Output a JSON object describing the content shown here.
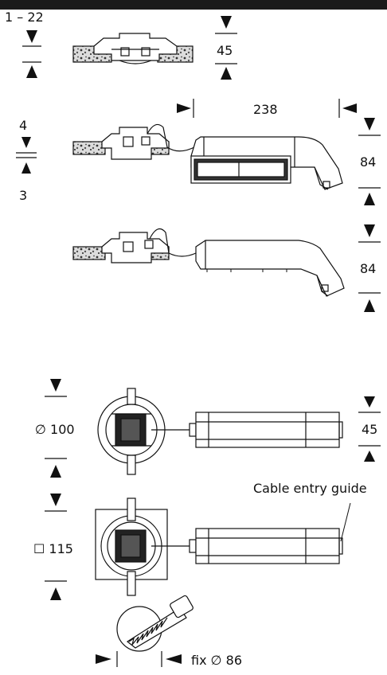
{
  "dimensions": {
    "ceiling_thickness": "1 – 22",
    "top_height": "45",
    "recess_top": "4",
    "recess_bottom": "3",
    "length": "238",
    "driver_height_1": "84",
    "driver_height_2": "84",
    "diameter": "∅ 100",
    "driver_height_3": "45",
    "square": "☐ 115",
    "cutout": "fix ∅ 86"
  },
  "annotations": {
    "cable_entry": "Cable entry guide"
  },
  "colors": {
    "line": "#111111",
    "fill_light": "#f2f2f2",
    "fill_dark": "#1a1a1a"
  },
  "icons": [
    "dimension-arrow-icon",
    "saw-icon"
  ]
}
